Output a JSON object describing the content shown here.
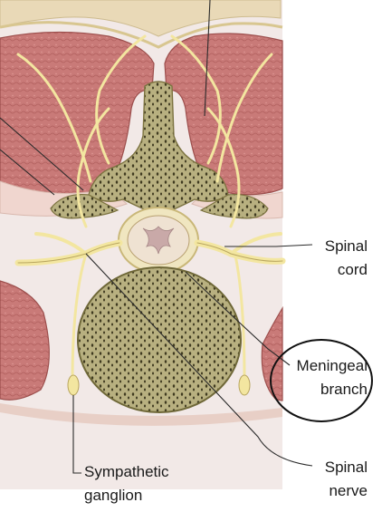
{
  "labels": {
    "spinal_cord": {
      "line1": "Spinal",
      "line2": "cord"
    },
    "meningeal_branch": {
      "line1": "Meningeal",
      "line2": "branch"
    },
    "sympathetic_ganglion": {
      "line1": "Sympathetic",
      "line2": "ganglion"
    },
    "spinal_nerve": {
      "line1": "Spinal",
      "line2": "nerve"
    }
  },
  "colors": {
    "muscle": "#c97a78",
    "muscle_dark": "#9c4e4c",
    "bone": "#b8b080",
    "nerve": "#f3e6a0",
    "fascia": "#f0d6cf",
    "skin": "#e9d9b7",
    "background": "#f2e9e7",
    "leader_line": "#2a2a2a",
    "highlight_circle": "#111111"
  }
}
